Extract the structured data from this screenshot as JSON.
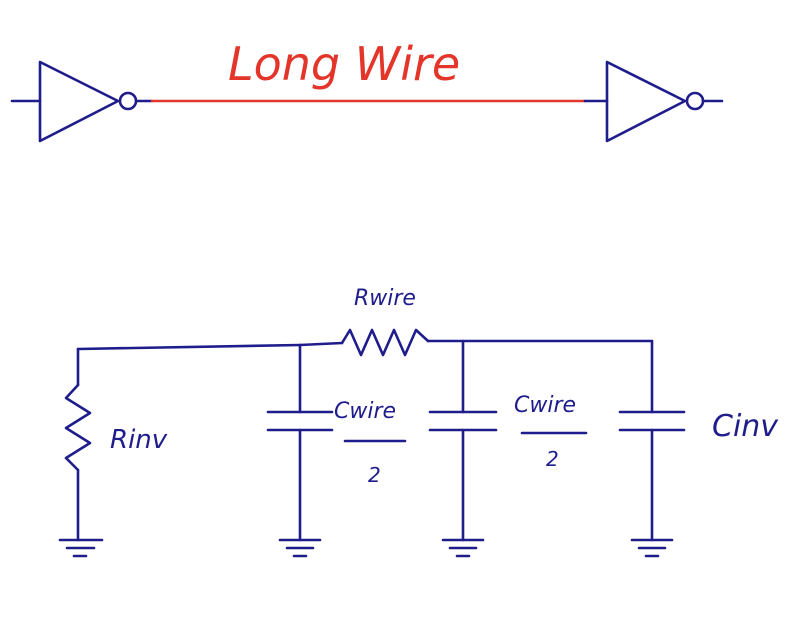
{
  "title": "Long Wire",
  "labels": {
    "r_wire": "Rwire",
    "r_inv": "Rinv",
    "c_wire_half_1_num": "Cwire",
    "c_wire_half_1_den": "2",
    "c_wire_half_2_num": "Cwire",
    "c_wire_half_2_den": "2",
    "c_inv": "Cinv"
  },
  "colors": {
    "ink": "#1f1d8c",
    "wire_highlight": "#e3352a",
    "background": "#ffffff"
  },
  "components": [
    {
      "type": "inverter",
      "name": "driver"
    },
    {
      "type": "wire",
      "name": "long-wire"
    },
    {
      "type": "inverter",
      "name": "receiver"
    },
    {
      "type": "resistor",
      "name": "Rinv"
    },
    {
      "type": "resistor",
      "name": "Rwire"
    },
    {
      "type": "capacitor",
      "name": "Cwire/2"
    },
    {
      "type": "capacitor",
      "name": "Cwire/2"
    },
    {
      "type": "capacitor",
      "name": "Cinv"
    },
    {
      "type": "ground",
      "count": 4
    }
  ]
}
